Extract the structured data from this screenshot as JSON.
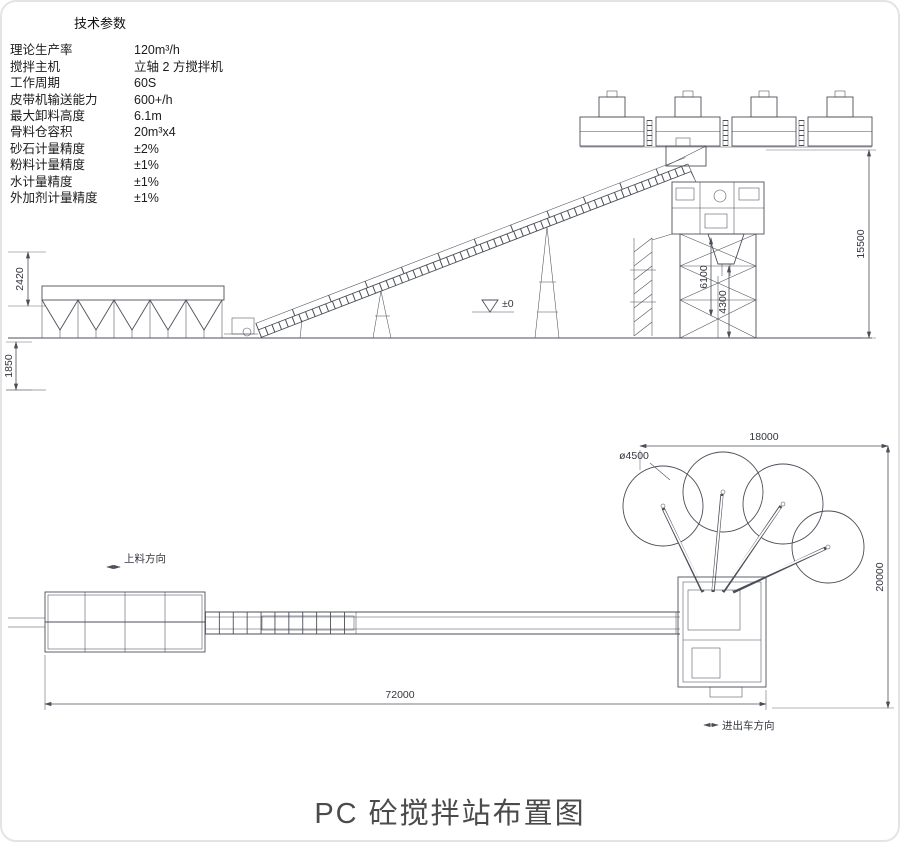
{
  "window": {
    "title": "PC 砼搅拌站布置图"
  },
  "params": {
    "heading": "技术参数",
    "rows": [
      {
        "label": "理论生产率",
        "value": "120m³/h"
      },
      {
        "label": "搅拌主机",
        "value": "立轴 2 方搅拌机"
      },
      {
        "label": "工作周期",
        "value": "60S"
      },
      {
        "label": "皮带机输送能力",
        "value": "600+/h"
      },
      {
        "label": "最大卸料高度",
        "value": "6.1m"
      },
      {
        "label": "骨料仓容积",
        "value": "20m³x4"
      },
      {
        "label": "砂石计量精度",
        "value": "±2%"
      },
      {
        "label": "粉料计量精度",
        "value": "±1%"
      },
      {
        "label": "水计量精度",
        "value": "±1%"
      },
      {
        "label": "外加剂计量精度",
        "value": "±1%"
      }
    ]
  },
  "elevation": {
    "dim_2420": "2420",
    "dim_1850": "1850",
    "dim_15500": "15500",
    "dim_6100": "6100",
    "dim_4300": "4300",
    "level": "±0"
  },
  "plan": {
    "dim_18000": "18000",
    "dim_4500": "ø4500",
    "dim_20000": "20000",
    "dim_72000": "72000",
    "label_feed": "上料方向",
    "label_vehicle": "进出车方向"
  }
}
